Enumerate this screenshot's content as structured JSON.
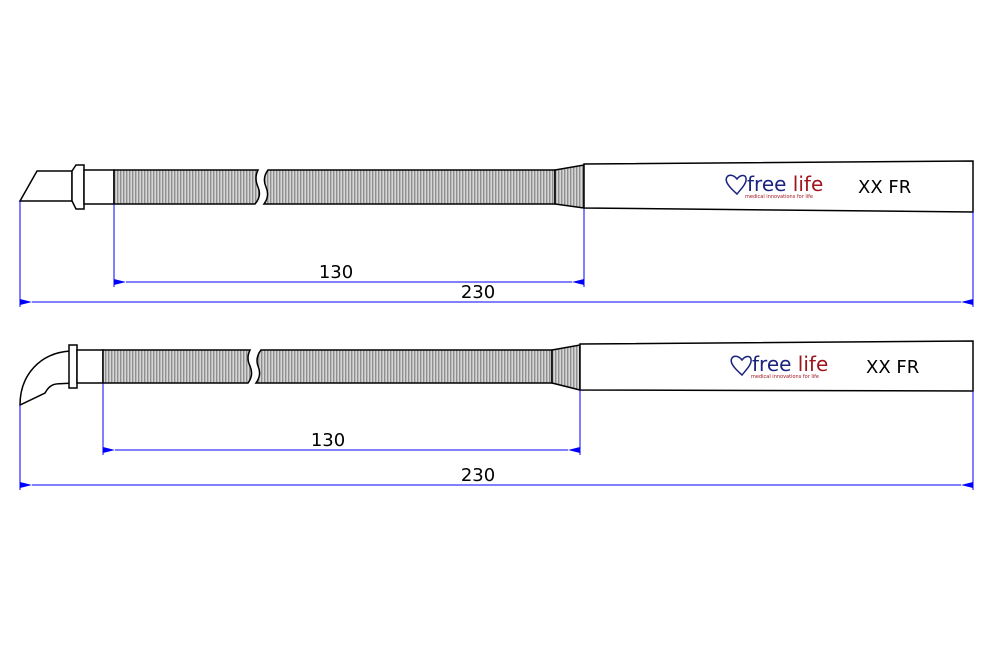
{
  "catheters": [
    {
      "tip_type": "angled",
      "brand": {
        "name_part1": "free",
        "name_part2": "life",
        "tagline": "medical innovations for life"
      },
      "size_label": "XX FR",
      "dim_ribbed": "130",
      "dim_total": "230"
    },
    {
      "tip_type": "curved",
      "brand": {
        "name_part1": "free",
        "name_part2": "life",
        "tagline": "medical innovations for life"
      },
      "size_label": "XX FR",
      "dim_ribbed": "130",
      "dim_total": "230"
    }
  ],
  "colors": {
    "dimension": "#0000ff",
    "outline": "#000000",
    "ribs": "#a9a9a9",
    "brand_blue": "#1a237e",
    "brand_red": "#a0141e"
  }
}
